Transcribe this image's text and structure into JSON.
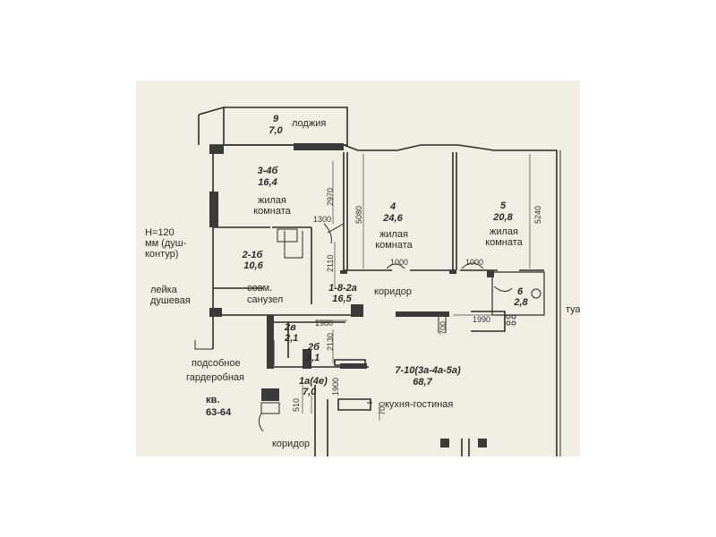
{
  "rooms": {
    "loggia": {
      "number": "9",
      "area": "7,0",
      "name": "лоджия"
    },
    "living1": {
      "number": "3-4б",
      "area": "16,4",
      "name": "жилая\nкомната"
    },
    "living2": {
      "number": "4",
      "area": "24,6",
      "name": "жилая\nкомната"
    },
    "living3": {
      "number": "5",
      "area": "20,8",
      "name": "жилая\nкомната"
    },
    "bath": {
      "number": "2-1б",
      "area": "10,6",
      "name": "совм.\nсанузел"
    },
    "hall": {
      "number": "1-8-2а",
      "area": "16,5",
      "name": "коридор"
    },
    "wc": {
      "number": "6",
      "area": "2,8",
      "name": "туа"
    },
    "r2v": {
      "number": "2в",
      "area": "2,1"
    },
    "r2b": {
      "number": "2б",
      "area": "4,1"
    },
    "r1a": {
      "number": "1а(4е)",
      "area": "7,0"
    },
    "kitchen": {
      "number": "7-10(3а-4а-5а)",
      "area": "68,7",
      "name": "кухня-гостиная"
    }
  },
  "annotations": {
    "height": "Н=120\nмм (душ-\nконтур)",
    "shower": "лейка\nдушевая",
    "utility": "подсобное",
    "wardrobe": "гардеробная",
    "apartment": "кв.\n63-64",
    "corridor_bottom": "коридор"
  },
  "dimensions": {
    "d2970": "2970",
    "d1300": "1300",
    "d5080": "5080",
    "d2110": "2110",
    "d1000a": "1000",
    "d1000b": "1000",
    "d5240": "5240",
    "d1980": "1980",
    "d2130": "2130",
    "d700a": "700",
    "d1990": "1990",
    "d510": "510",
    "d1900": "1900",
    "d700b": "700"
  }
}
